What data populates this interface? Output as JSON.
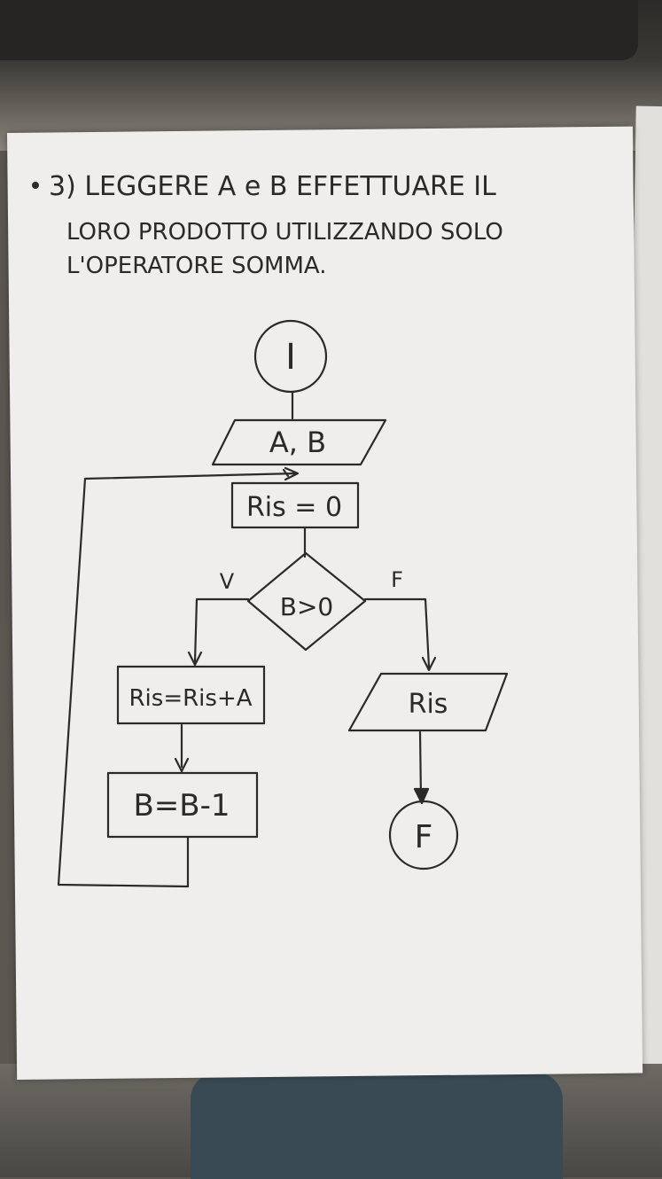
{
  "title_lines": [
    "3) LEGGERE A e B EFFETTUARE IL",
    "LORO PRODOTTO UTILIZZANDO SOLO",
    "L'OPERATORE SOMMA."
  ],
  "start_label": "I",
  "input_label": "A, B",
  "init_label": "Ris = 0",
  "condition_label": "B>0",
  "true_label": "V",
  "false_label": "F",
  "sum_label": "Ris=Ris+A",
  "decrement_label": "B=B-1",
  "output_label": "Ris",
  "end_label": "F",
  "colors": {
    "paper": "#efeeec",
    "ink": "#2a2a2a"
  }
}
